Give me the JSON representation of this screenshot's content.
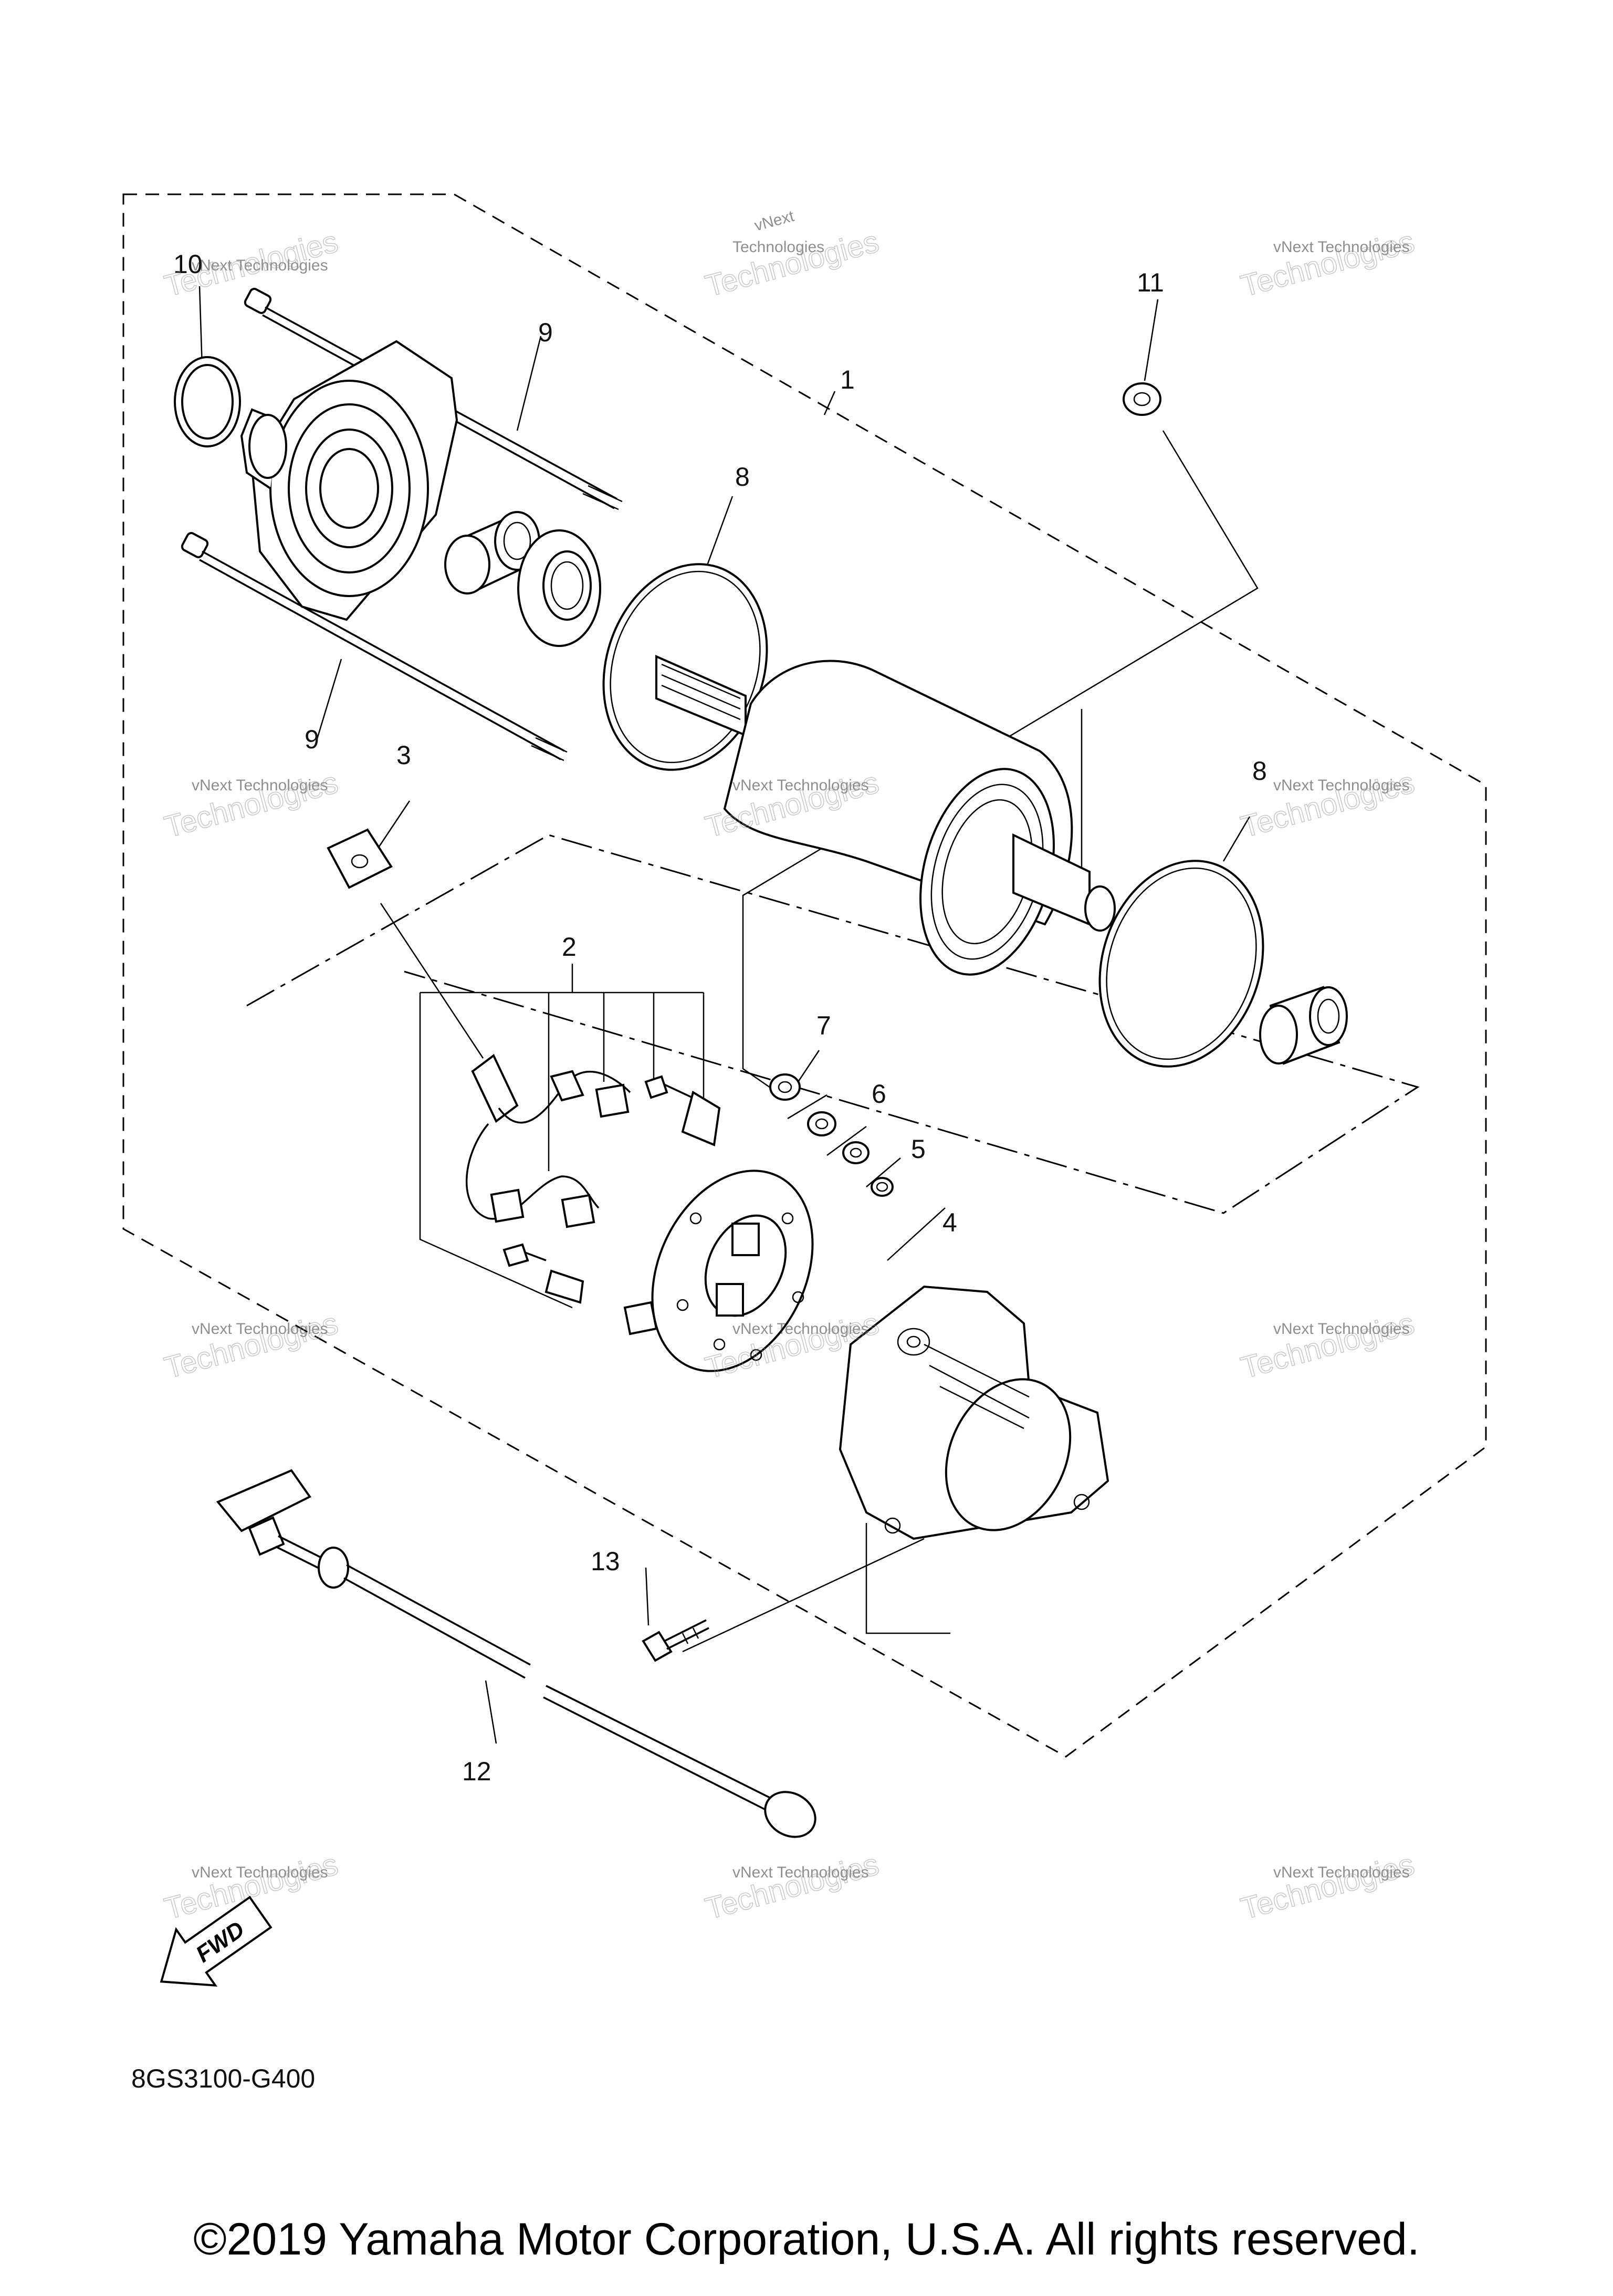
{
  "diagram": {
    "code": "8GS3100-G400",
    "fwd_label": "FWD",
    "callouts": [
      "1",
      "2",
      "3",
      "4",
      "5",
      "6",
      "7",
      "8",
      "8",
      "9",
      "9",
      "10",
      "11",
      "12",
      "13"
    ],
    "watermark": {
      "line1": "vNext Technologies",
      "line2": "Technologies",
      "line3": "vNext"
    }
  },
  "footer": {
    "copyright": "©2019 Yamaha Motor Corporation, U.S.A. All rights reserved."
  }
}
